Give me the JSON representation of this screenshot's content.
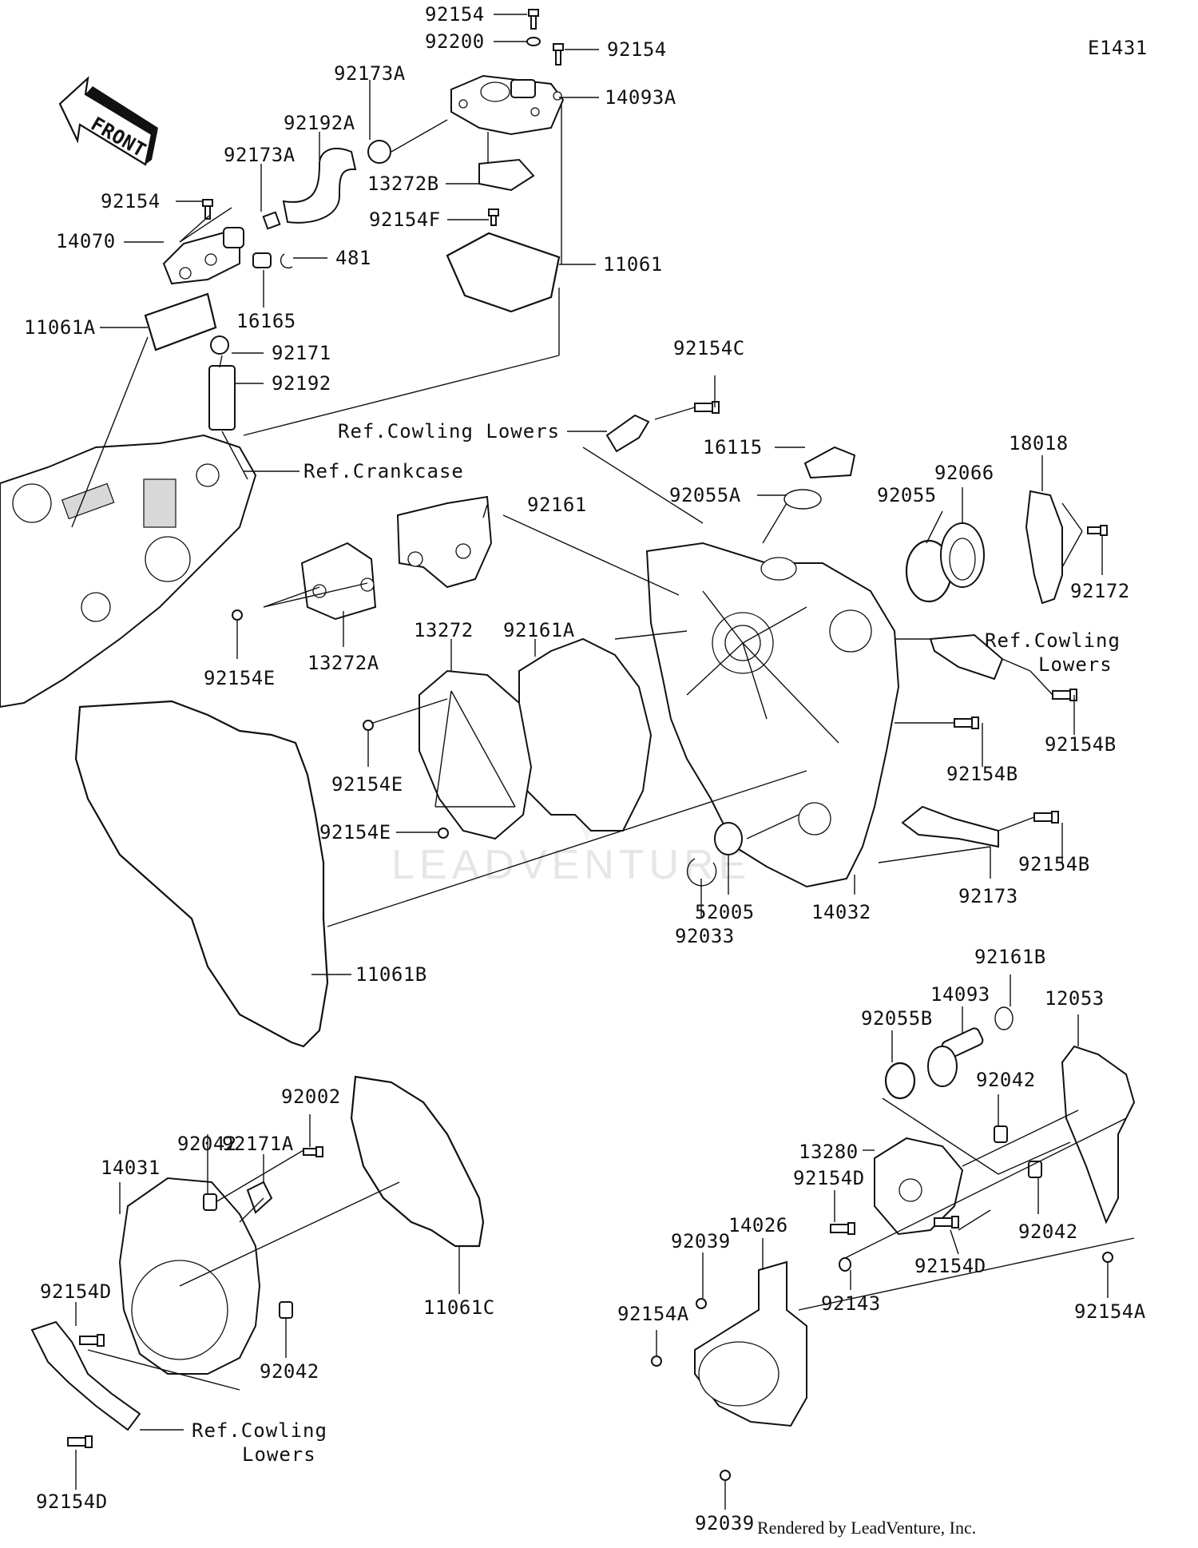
{
  "diagram_id": "E1431",
  "front_arrow_label": "FRONT",
  "watermark": "LEADVENTURE",
  "credit": "Rendered by LeadVenture, Inc.",
  "labels": [
    "92154",
    "92200",
    "92154",
    "14093A",
    "92173A",
    "92192A",
    "92173A",
    "13272B",
    "92154",
    "92154F",
    "14070",
    "481",
    "11061",
    "16165",
    "11061A",
    "92171",
    "92192",
    "92154C",
    "16115",
    "18018",
    "92055A",
    "92055",
    "92066",
    "92161",
    "92172",
    "13272",
    "92161A",
    "92154E",
    "13272A",
    "92154E",
    "92154E",
    "92154B",
    "92154B",
    "92154B",
    "92173",
    "14032",
    "52005",
    "92033",
    "11061B",
    "92161B",
    "14093",
    "12053",
    "92055B",
    "92042",
    "92002",
    "92171A",
    "92042",
    "14031",
    "13280",
    "92154D",
    "14026",
    "92039",
    "92042",
    "11061C",
    "92154D",
    "92154A",
    "92143",
    "92154D",
    "92154A",
    "92042",
    "92154D",
    "92039"
  ],
  "refs": [
    [
      "Ref.Crankcase"
    ],
    [
      "Ref.Cowling Lowers"
    ],
    [
      "Ref.Cowling",
      "Lowers"
    ],
    [
      "Ref.Cowling",
      "Lowers"
    ]
  ]
}
